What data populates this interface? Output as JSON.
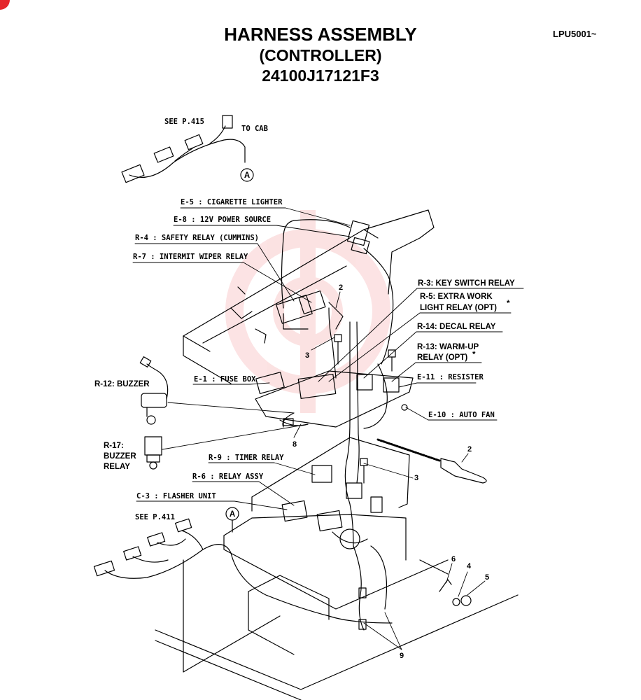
{
  "header": {
    "title_line1": "HARNESS ASSEMBLY",
    "title_line2": "(CONTROLLER)",
    "part_number": "24100J17121F3",
    "page_code": "LPU5001~"
  },
  "labels": {
    "see_p415": "SEE P.415",
    "to_cab": "TO CAB",
    "ref_a_top": "A",
    "ref_a_bottom": "A",
    "see_p411": "SEE P.411",
    "e5": "E-5 : CIGARETTE LIGHTER",
    "e8": "E-8 : 12V POWER SOURCE",
    "r4": "R-4 : SAFETY RELAY (CUMMINS)",
    "r7": "R-7 : INTERMIT WIPER RELAY",
    "r3": "R-3: KEY SWITCH RELAY",
    "r5_l1": "R-5: EXTRA WORK",
    "r5_l2": "LIGHT RELAY (OPT)",
    "r5_star": "*",
    "r14": "R-14: DECAL RELAY",
    "r13_l1": "R-13: WARM-UP",
    "r13_l2": "RELAY (OPT)",
    "r13_star": "*",
    "e11": "E-11 : RESISTER",
    "e10": "E-10 : AUTO FAN",
    "e1": "E-1 : FUSE BOX",
    "r12": "R-12: BUZZER",
    "r17_l1": "R-17:",
    "r17_l2": "BUZZER",
    "r17_l3": "RELAY",
    "r9": "R-9 : TIMER RELAY",
    "r6": "R-6 : RELAY ASSY",
    "c3": "C-3 : FLASHER UNIT"
  },
  "item_numbers": {
    "n2a": "2",
    "n3a": "3",
    "n2b": "2",
    "n8": "8",
    "n3b": "3",
    "n6": "6",
    "n4": "4",
    "n5": "5",
    "n9": "9"
  },
  "colors": {
    "ink": "#000000",
    "watermark": "#e5262b",
    "corner_mark": "#e5262b"
  }
}
